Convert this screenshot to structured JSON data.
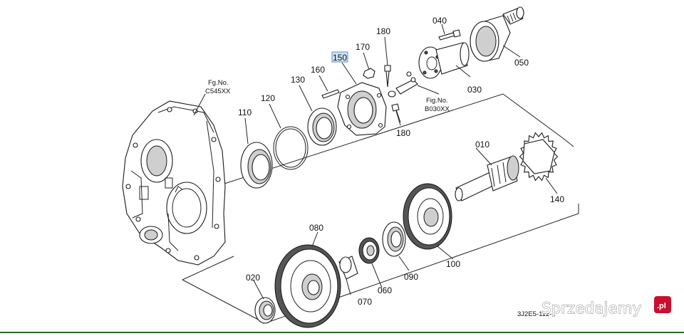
{
  "diagram": {
    "callouts": {
      "p010": "010",
      "p020": "020",
      "p030": "030",
      "p040": "040",
      "p050": "050",
      "p060": "060",
      "p070": "070",
      "p080": "080",
      "p090": "090",
      "p100": "100",
      "p110": "110",
      "p120": "120",
      "p130": "130",
      "p140": "140",
      "p150": "150",
      "p160": "160",
      "p170": "170",
      "p180a": "180",
      "p180b": "180"
    },
    "references": {
      "ref1_title": "Fg.No.",
      "ref1_code": "C545XX",
      "ref2_title": "Fig.No.",
      "ref2_code": "B030XX"
    },
    "diagram_code": "3J2E5-112-1",
    "highlight_color": "#cfe3f7"
  },
  "watermark": {
    "text": "Sprzedajemy",
    "suffix": ".pl",
    "badge_color": "#c8102e"
  },
  "window": {
    "bottom_rule_color": "#2a6a2a"
  }
}
